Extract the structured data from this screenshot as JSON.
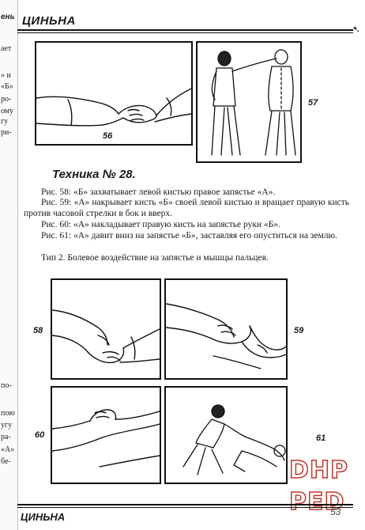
{
  "header": {
    "title": "ЦИНЬНА",
    "corner_mark": "➷"
  },
  "gutter": {
    "fragments": [
      "ень",
      "ает",
      "» и",
      "«Б»",
      "ро-",
      "ому",
      "гу",
      "ри-",
      "по-",
      "пою",
      "угу",
      "ра-",
      "«А»",
      "бе-"
    ]
  },
  "figures": {
    "fig56": {
      "number": "56"
    },
    "fig57": {
      "number": "57"
    },
    "fig58": {
      "number": "58"
    },
    "fig59": {
      "number": "59"
    },
    "fig60": {
      "number": "60"
    },
    "fig61": {
      "number": "61"
    }
  },
  "technique": {
    "title": "Техника № 28.",
    "paragraphs": [
      "Рис. 58: «Б» захватывает левой кистью правое запястье «А».",
      "Рис. 59: «А» накрывает кисть «Б» своей левой кистью и вращает правую кисть против часовой стрелки в бок и вверх.",
      "Рис. 60: «А» накладывает правую кисть на запястье руки «Б».",
      "Рис. 61: «А» давит вниз на запястье «Б», заставляя его опуститься на землю.",
      "Тип 2. Болевое воздействие на запястье и мышцы пальцев."
    ]
  },
  "footer": {
    "title": "ЦИНЬНА",
    "page_number": "53"
  },
  "watermark": {
    "line1": "DHP",
    "line2": "PED",
    "color": "#c0392b"
  }
}
